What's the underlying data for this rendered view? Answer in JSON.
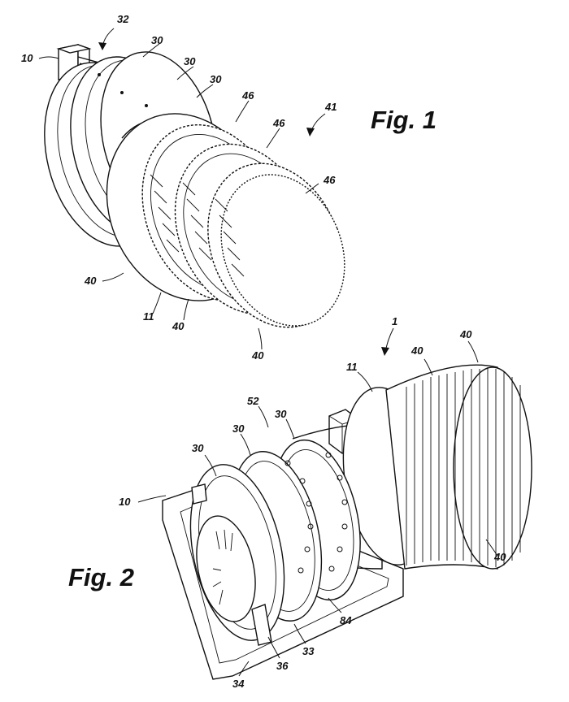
{
  "figures": {
    "fig1": {
      "title": "Fig. 1"
    },
    "fig2": {
      "title": "Fig. 2"
    }
  },
  "labels": {
    "fig1": [
      "32",
      "10",
      "30",
      "30",
      "30",
      "46",
      "46",
      "46",
      "41",
      "40",
      "11",
      "40",
      "40"
    ],
    "fig2": [
      "1",
      "40",
      "40",
      "11",
      "52",
      "30",
      "30",
      "30",
      "10",
      "40",
      "84",
      "33",
      "36",
      "34"
    ]
  }
}
